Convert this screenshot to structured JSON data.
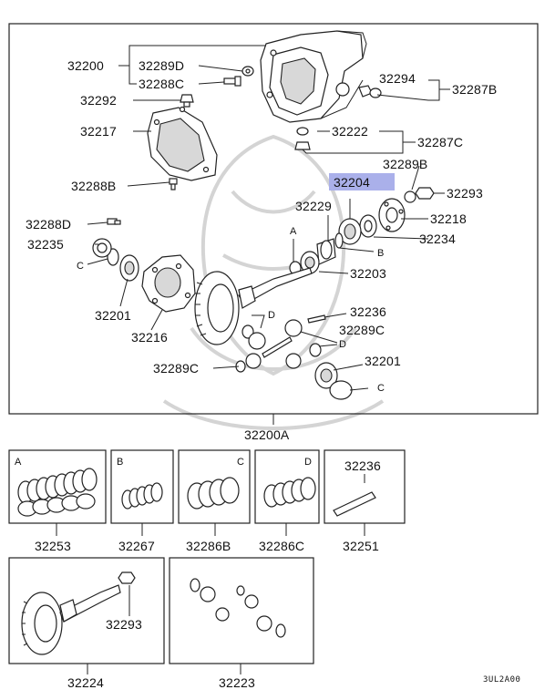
{
  "colors": {
    "highlight": "#aab0ea",
    "line": "#222222",
    "watermark": "#d4d4d4"
  },
  "main_labels": {
    "p32200": "32200",
    "p32289D": "32289D",
    "p32288C": "32288C",
    "p32292": "32292",
    "p32294": "32294",
    "p32287B": "32287B",
    "p32217": "32217",
    "p32222": "32222",
    "p32287C": "32287C",
    "p32289B": "32289B",
    "p32288B": "32288B",
    "p32204": "32204",
    "p32293": "32293",
    "p32229": "32229",
    "p32218": "32218",
    "p32288D": "32288D",
    "p32234": "32234",
    "p32235": "32235",
    "letterA": "A",
    "letterB": "B",
    "letterC1": "C",
    "p32203": "32203",
    "p32201a": "32201",
    "p32216": "32216",
    "letterD1": "D",
    "p32236": "32236",
    "p32289C1": "32289C",
    "letterD2": "D",
    "p32289C2": "32289C",
    "p32201b": "32201",
    "letterC2": "C"
  },
  "assembly_label": "32200A",
  "kits": [
    {
      "letter": "A",
      "part": "32253"
    },
    {
      "letter": "B",
      "part": "32267"
    },
    {
      "letter": "C",
      "part": "32286B"
    },
    {
      "letter": "D",
      "part": "32286C"
    },
    {
      "title": "32236",
      "part": "32251"
    }
  ],
  "sets": [
    {
      "inner_label": "32293",
      "part": "32224"
    },
    {
      "part": "32223"
    }
  ],
  "diagram_code": "3UL2A00"
}
